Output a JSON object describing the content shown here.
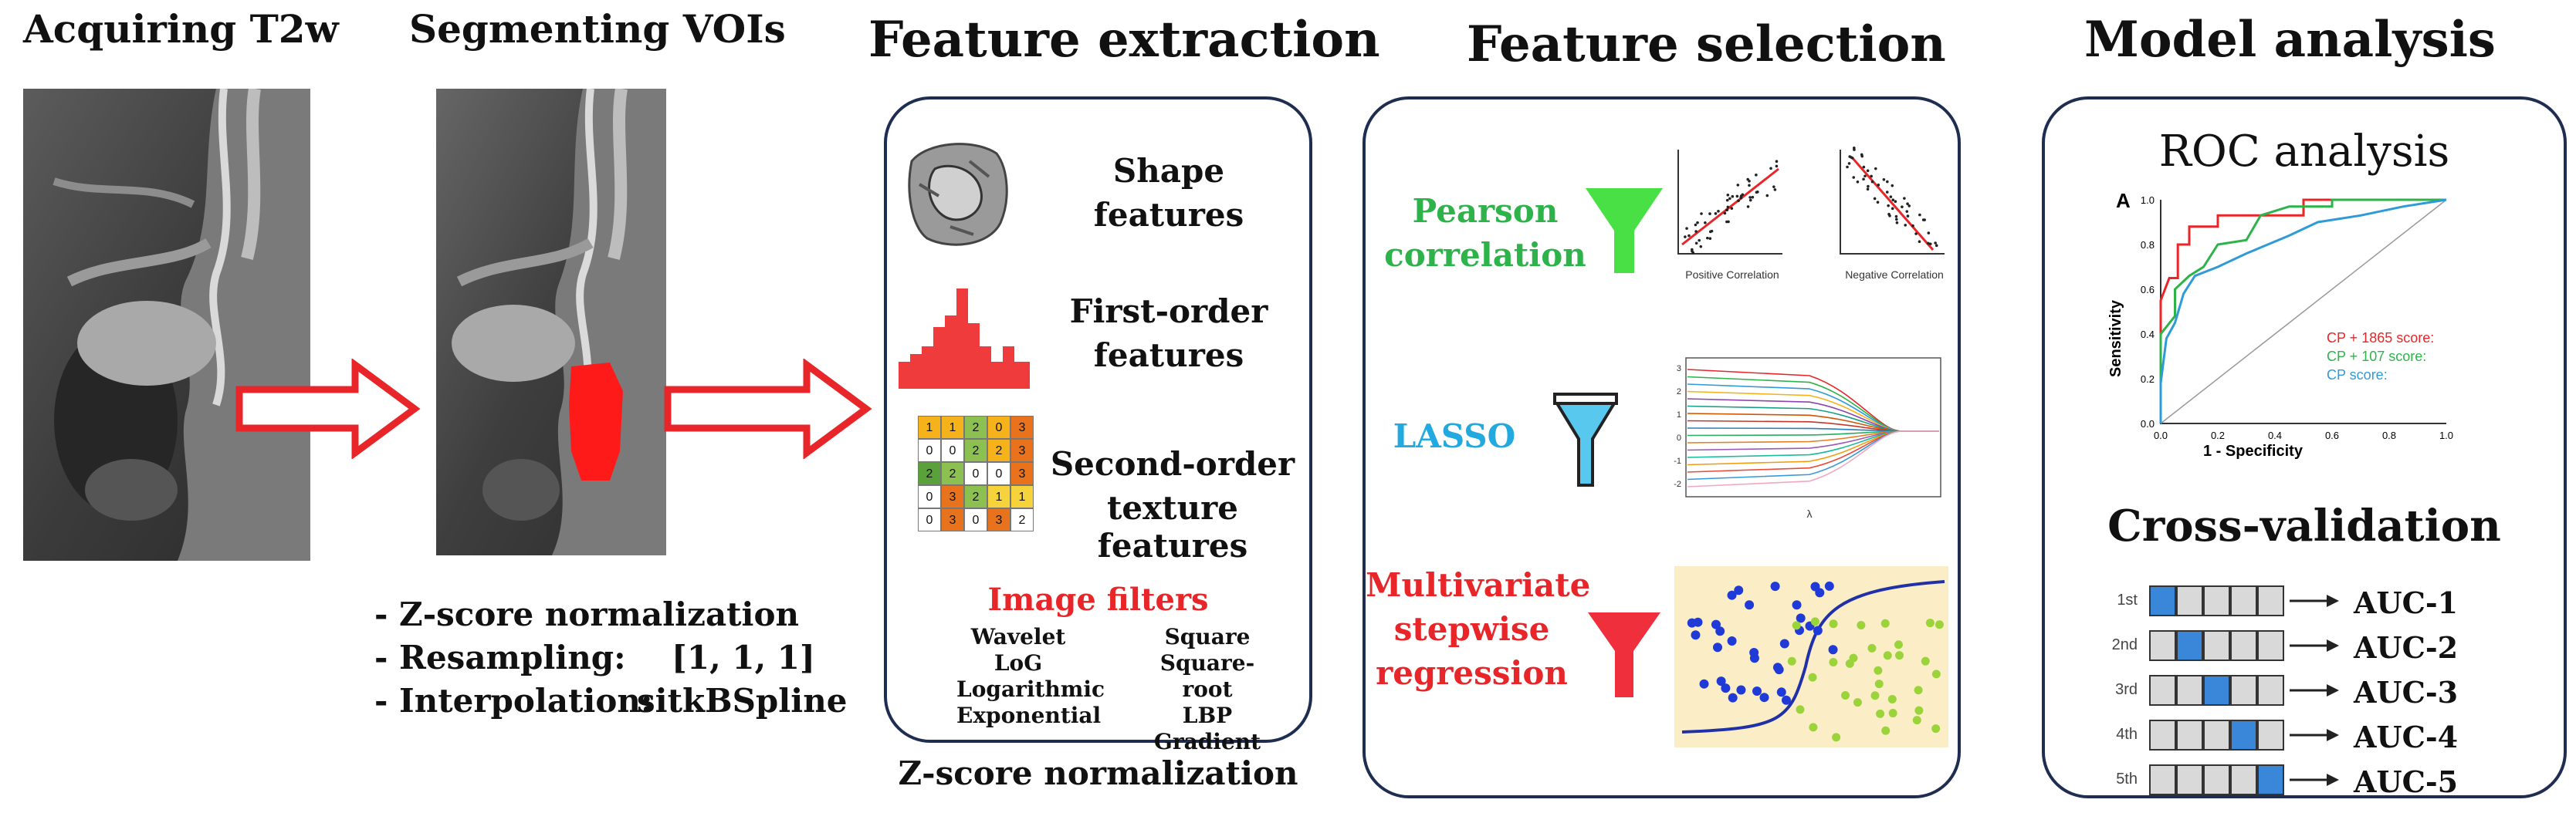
{
  "headings": {
    "acquiring": "Acquiring T2w",
    "segmenting": "Segmenting VOIs",
    "feature_extraction": "Feature extraction",
    "feature_selection": "Feature selection",
    "model_analysis": "Model analysis"
  },
  "preprocessing": {
    "zscore": "- Z-score normalization",
    "resampling_label": "- Resampling:",
    "resampling_value": "[1, 1, 1]",
    "interpolation_label": "- Interpolation:",
    "interpolation_value": "sitkBSpline"
  },
  "extraction": {
    "shape_line1": "Shape",
    "shape_line2": "features",
    "first_line1": "First-order",
    "first_line2": "features",
    "second_line1": "Second-order",
    "second_line2": "texture features",
    "filters_title": "Image filters",
    "filters_left": [
      "Wavelet",
      "LoG",
      "Logarithmic",
      "Exponential"
    ],
    "filters_right": [
      "Square",
      "Square-root",
      "LBP",
      "Gradient"
    ],
    "matrix": [
      [
        "1",
        "1",
        "2",
        "0",
        "3"
      ],
      [
        "0",
        "0",
        "2",
        "2",
        "3"
      ],
      [
        "2",
        "2",
        "0",
        "0",
        "3"
      ],
      [
        "0",
        "3",
        "2",
        "1",
        "1"
      ],
      [
        "0",
        "3",
        "0",
        "3",
        "2"
      ]
    ],
    "below": "Z-score normalization"
  },
  "selection": {
    "pearson_line1": "Pearson",
    "pearson_line2": "correlation",
    "positive_label": "Positive Correlation",
    "negative_label": "Negative Correlation",
    "lasso": "LASSO",
    "lasso_xlabel": "λ",
    "lasso_yticks": [
      "3",
      "2",
      "1",
      "0",
      "-1",
      "-2"
    ],
    "multi_line1": "Multivariate",
    "multi_line2": "stepwise",
    "multi_line3": "regression"
  },
  "model": {
    "roc_title": "ROC analysis",
    "panel_letter": "A",
    "roc_xlabel": "1 - Specificity",
    "roc_ylabel": "Sensitivity",
    "roc_ticks": [
      "0.0",
      "0.2",
      "0.4",
      "0.6",
      "0.8",
      "1.0"
    ],
    "legend": [
      {
        "label": "CP + 1865 score:",
        "color": "#e8262a"
      },
      {
        "label": "CP + 107 score:",
        "color": "#2db34a"
      },
      {
        "label": "CP score:",
        "color": "#2f9ad8"
      }
    ],
    "cv_title": "Cross-validation",
    "cv_rows": [
      {
        "fold": "1st",
        "auc": "AUC-1",
        "active": 0
      },
      {
        "fold": "2nd",
        "auc": "AUC-2",
        "active": 1
      },
      {
        "fold": "3rd",
        "auc": "AUC-3",
        "active": 2
      },
      {
        "fold": "4th",
        "auc": "AUC-4",
        "active": 3
      },
      {
        "fold": "5th",
        "auc": "AUC-5",
        "active": 4
      }
    ]
  },
  "colors": {
    "arrow": "#e8262a",
    "panel_border": "#1f2d50",
    "pearson": "#2db34a",
    "lasso": "#22a9e0",
    "multi": "#e8262a",
    "active_fold": "#3a86d8"
  }
}
